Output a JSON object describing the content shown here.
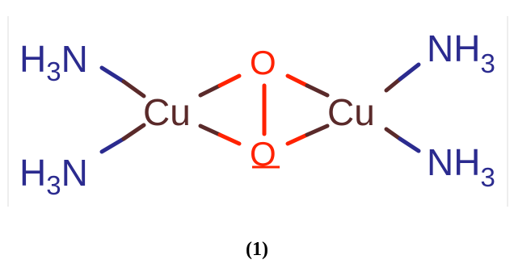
{
  "structure": {
    "ligands": {
      "top_left": {
        "main": "H",
        "sub": "3",
        "tail": "N"
      },
      "bottom_left": {
        "main": "H",
        "sub": "3",
        "tail": "N"
      },
      "top_right": {
        "main": "NH",
        "sub": "3"
      },
      "bottom_right": {
        "main": "NH",
        "sub": "3"
      }
    },
    "metals": {
      "left": "Cu",
      "right": "Cu"
    },
    "oxygens": {
      "top": "O",
      "bottom": "O"
    },
    "caption": "(1)"
  },
  "colors": {
    "ligand": "#2b2b8f",
    "metal": "#5a2a2a",
    "oxygen": "#ff2200"
  }
}
